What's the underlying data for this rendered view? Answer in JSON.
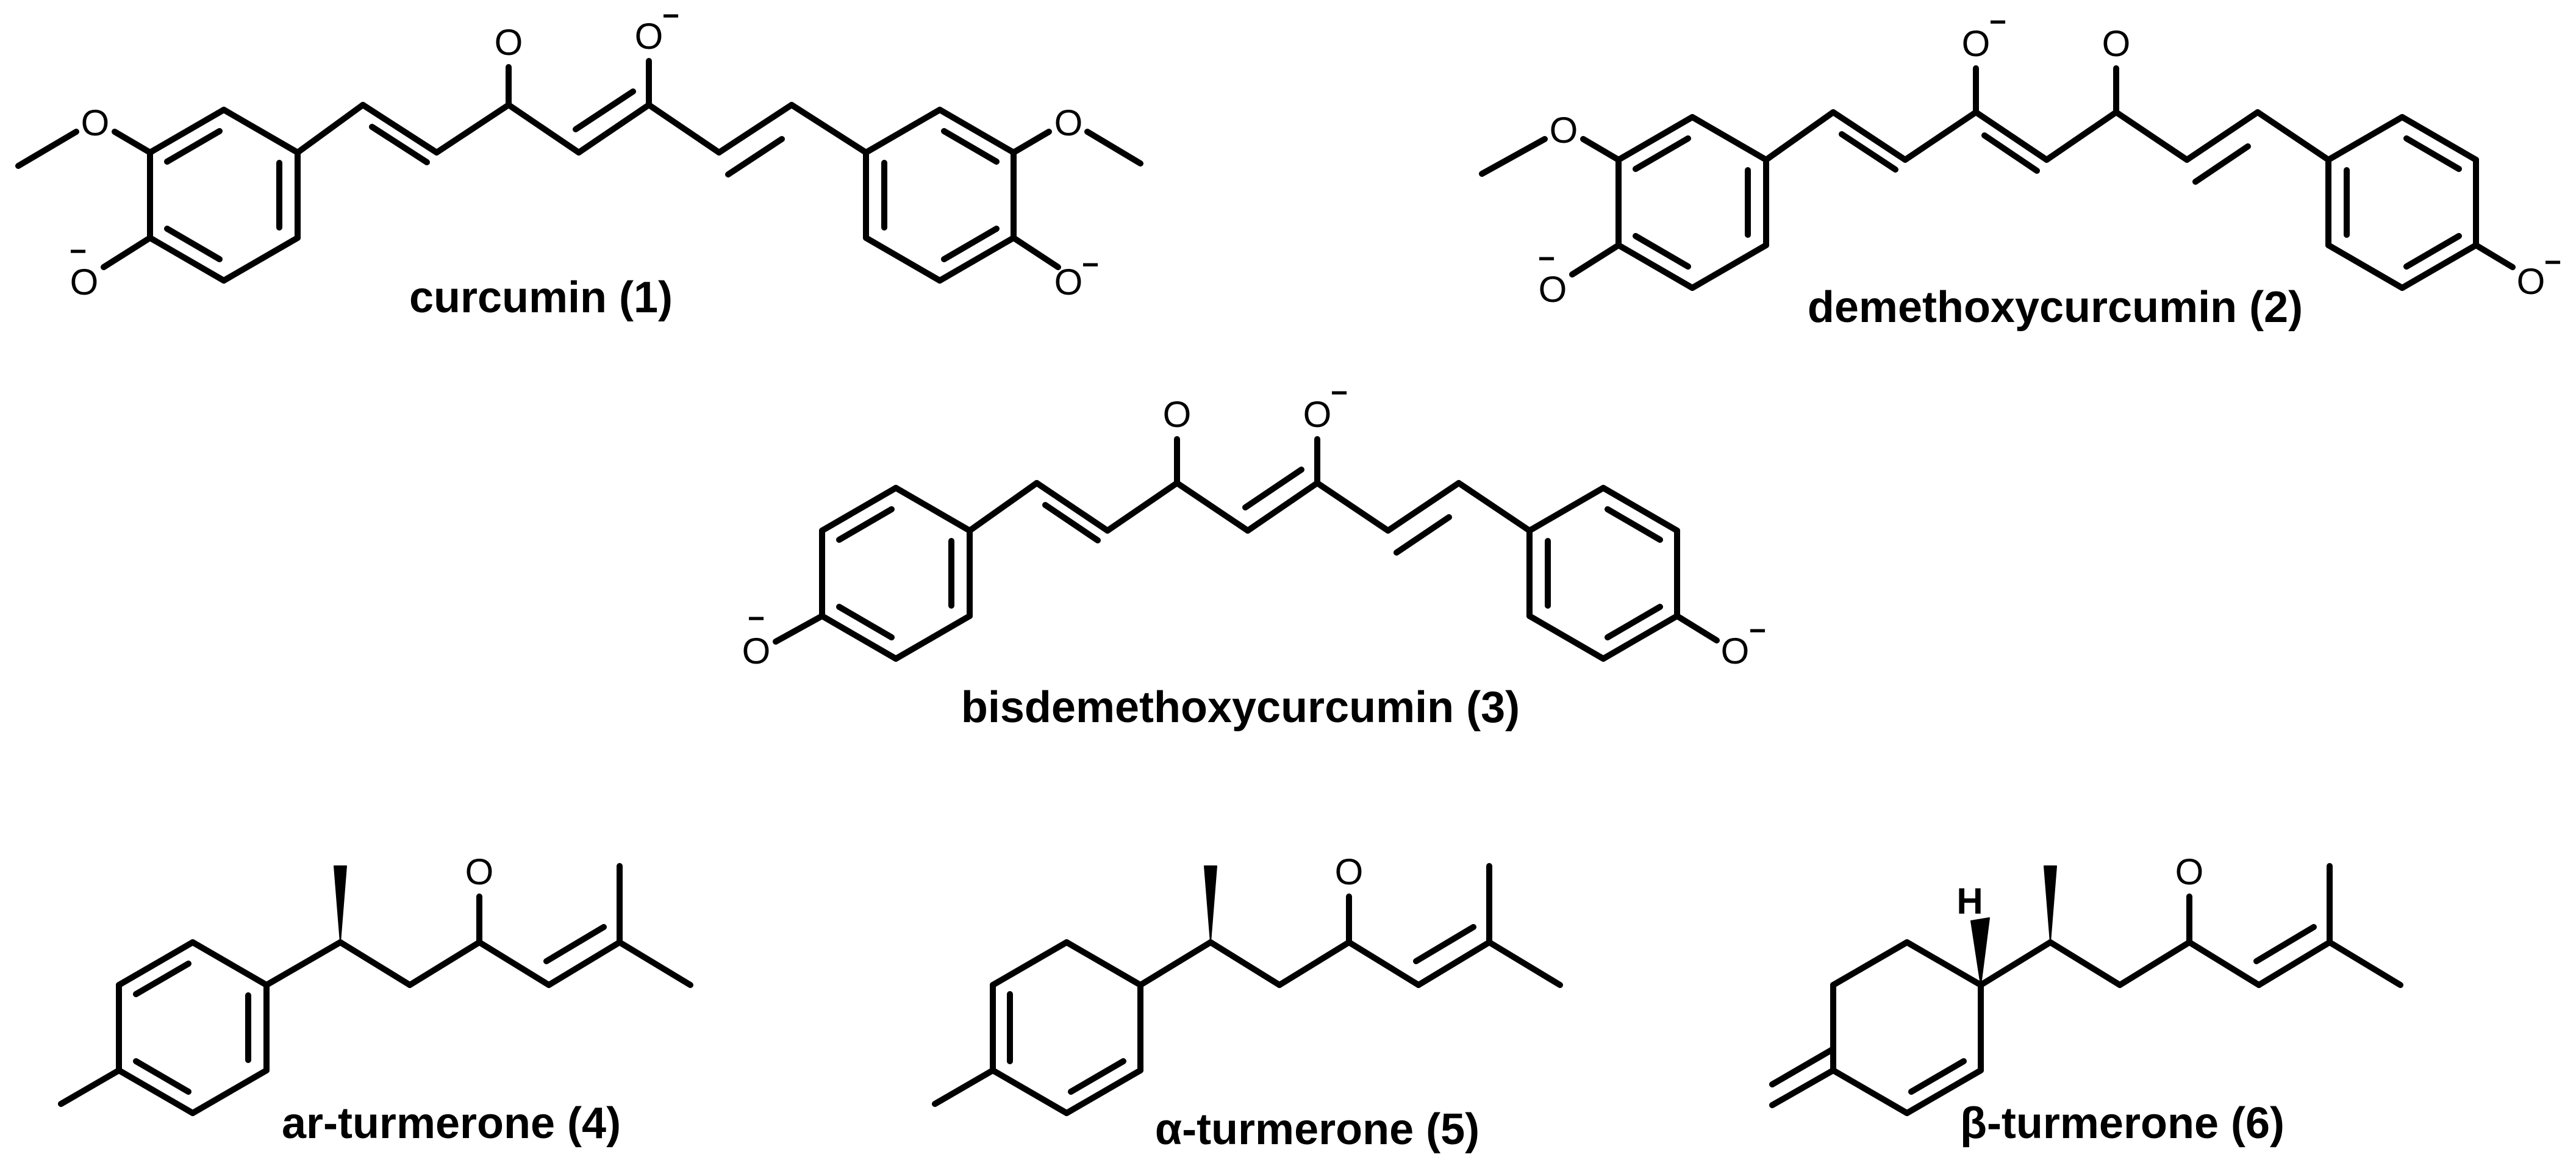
{
  "captions": {
    "c1": "curcumin (1)",
    "c2": "demethoxycurcumin (2)",
    "c3": "bisdemethoxycurcumin (3)",
    "c4": "ar-turmerone (4)",
    "c5": "α-turmerone (5)",
    "c6": "β-turmerone (6)"
  },
  "atoms": {
    "oxygen": "O",
    "hydrogen": "H",
    "minus": "−"
  },
  "colors": {
    "ink": "#000000",
    "background": "#ffffff"
  }
}
